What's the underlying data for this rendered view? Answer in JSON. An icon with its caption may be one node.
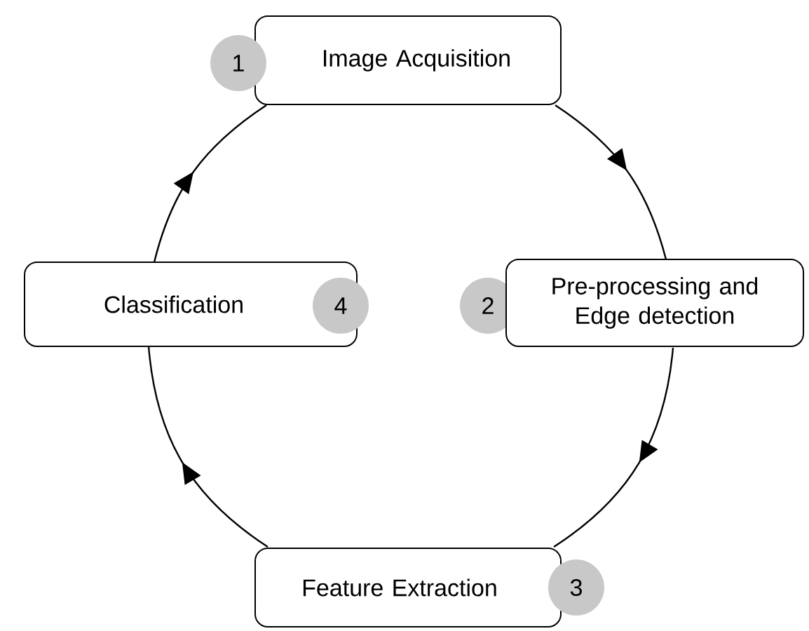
{
  "diagram": {
    "nodes": [
      {
        "text": [
          "Image Acquisition"
        ]
      },
      {
        "text": [
          "1"
        ]
      },
      {
        "text": [
          "Classification"
        ]
      },
      {
        "text": [
          "4"
        ]
      },
      {
        "text": [
          "2"
        ]
      },
      {
        "text": [
          "Pre-processing and Edge detection"
        ]
      },
      {
        "text": [
          "Feature Extraction"
        ]
      },
      {
        "text": [
          "3"
        ]
      }
    ],
    "edges": [
      {
        "from": 0,
        "to": 5,
        "arrow": "to"
      },
      {
        "from": 5,
        "to": 6,
        "arrow": "to"
      },
      {
        "from": 6,
        "to": 2,
        "arrow": "to"
      },
      {
        "from": 2,
        "to": 0,
        "arrow": "to"
      }
    ]
  }
}
